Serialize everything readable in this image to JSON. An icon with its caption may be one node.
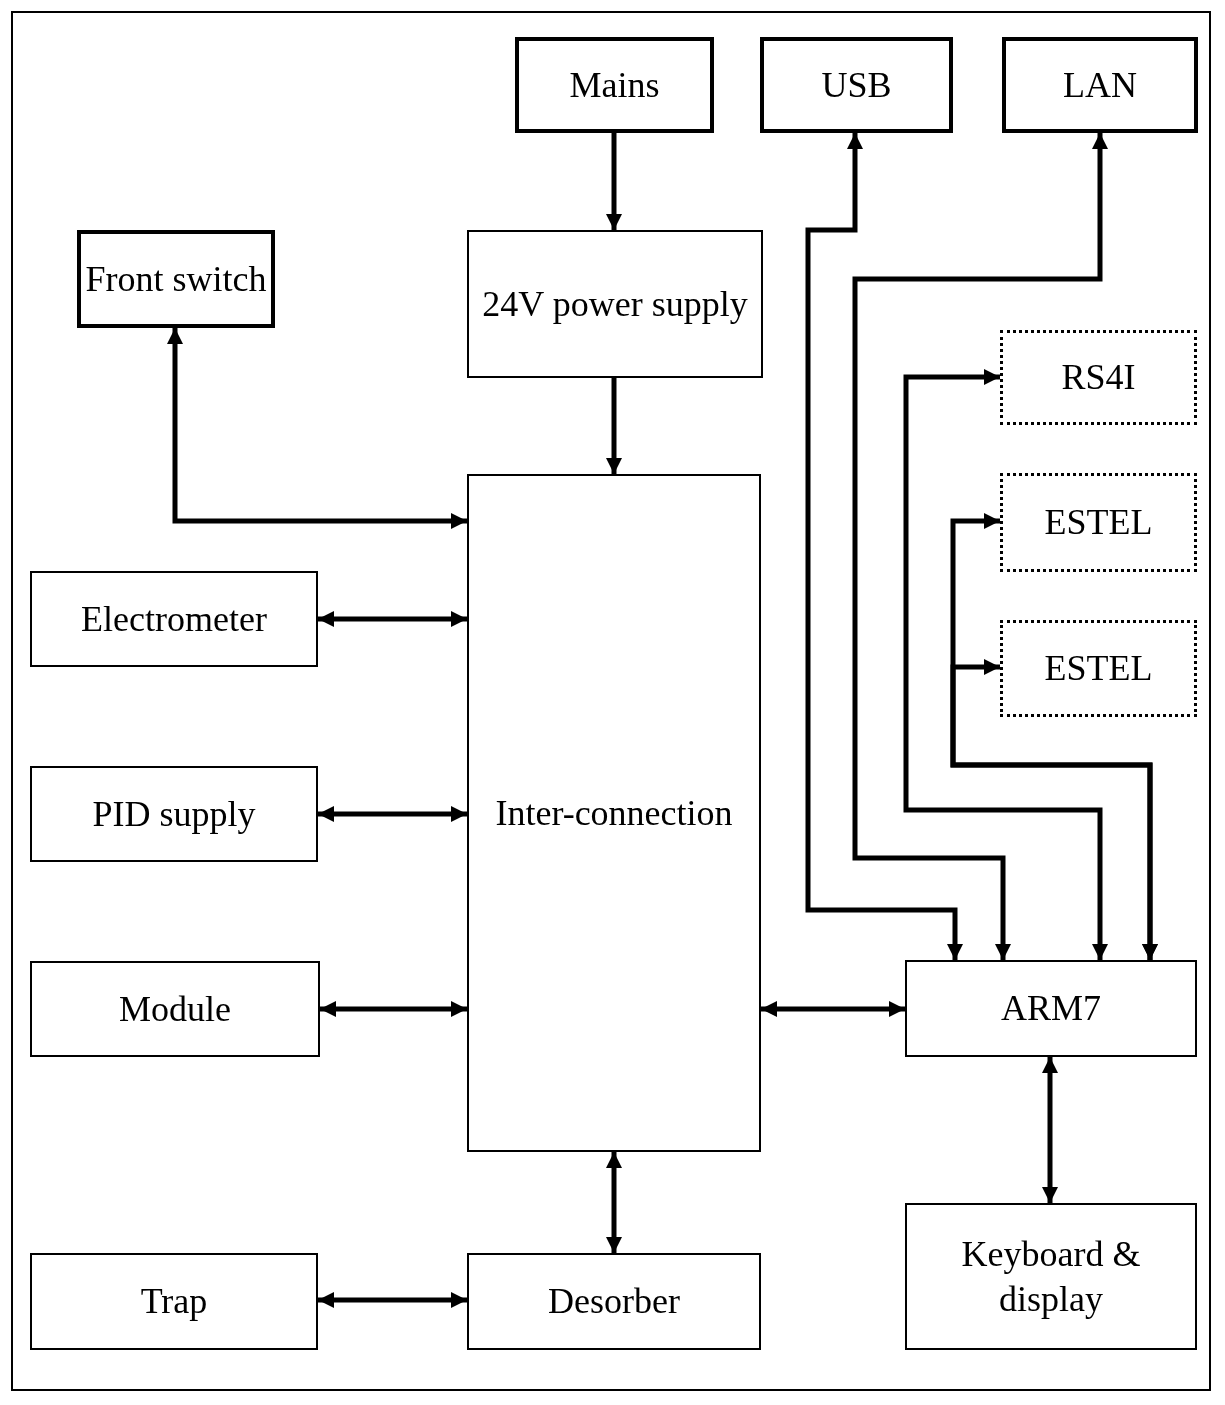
{
  "diagram": {
    "nodes": [
      {
        "text": [
          "Mains"
        ]
      },
      {
        "text": [
          "USB"
        ]
      },
      {
        "text": [
          "LAN"
        ]
      },
      {
        "text": [
          "Front switch"
        ]
      },
      {
        "text": [
          "24V power supply"
        ]
      },
      {
        "text": [
          "RS4I"
        ]
      },
      {
        "text": [
          "Inter-connection"
        ]
      },
      {
        "text": [
          "ESTEL"
        ]
      },
      {
        "text": [
          "Electrometer"
        ]
      },
      {
        "text": [
          "ESTEL"
        ]
      },
      {
        "text": [
          "PID supply"
        ]
      },
      {
        "text": [
          "Module"
        ]
      },
      {
        "text": [
          "ARM7"
        ]
      },
      {
        "text": [
          "Keyboard & display"
        ]
      },
      {
        "text": [
          "Trap"
        ]
      },
      {
        "text": [
          "Desorber"
        ]
      }
    ],
    "edges": [
      {
        "from": 0,
        "to": 4,
        "arrow": "to"
      },
      {
        "from": 4,
        "to": 6,
        "arrow": "to"
      },
      {
        "from": 6,
        "to": 3,
        "arrow": "both"
      },
      {
        "from": 8,
        "to": 6,
        "arrow": "both"
      },
      {
        "from": 10,
        "to": 6,
        "arrow": "both"
      },
      {
        "from": 11,
        "to": 6,
        "arrow": "both"
      },
      {
        "from": 6,
        "to": 12,
        "arrow": "both"
      },
      {
        "from": 6,
        "to": 15,
        "arrow": "both"
      },
      {
        "from": 14,
        "to": 15,
        "arrow": "both"
      },
      {
        "from": 12,
        "to": 13,
        "arrow": "both"
      },
      {
        "from": 12,
        "to": 1,
        "arrow": "both"
      },
      {
        "from": 12,
        "to": 2,
        "arrow": "both"
      },
      {
        "from": 12,
        "to": 5,
        "arrow": "both"
      },
      {
        "from": 12,
        "to": 7,
        "arrow": "both"
      },
      {
        "from": 12,
        "to": 9,
        "arrow": "both"
      }
    ]
  }
}
